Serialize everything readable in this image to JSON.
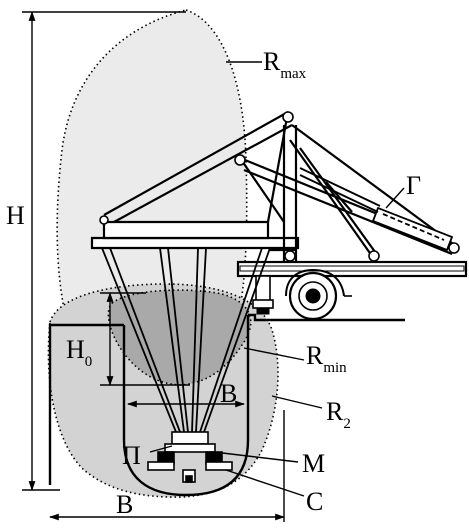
{
  "labels": {
    "H": "H",
    "H0_main": "H",
    "H0_sub": "0",
    "Rmax_main": "R",
    "Rmax_sub": "max",
    "Rmin_main": "R",
    "Rmin_sub": "min",
    "R2_main": "R",
    "R2_sub": "2",
    "G": "Г",
    "P": "П",
    "M": "М",
    "C": "С",
    "B_bottom": "B",
    "B_inner": "B"
  },
  "colors": {
    "zone_max": "#ebebeb",
    "zone_2": "#d3d3d3",
    "zone_min": "#a9a9a9",
    "stroke": "#000000"
  }
}
